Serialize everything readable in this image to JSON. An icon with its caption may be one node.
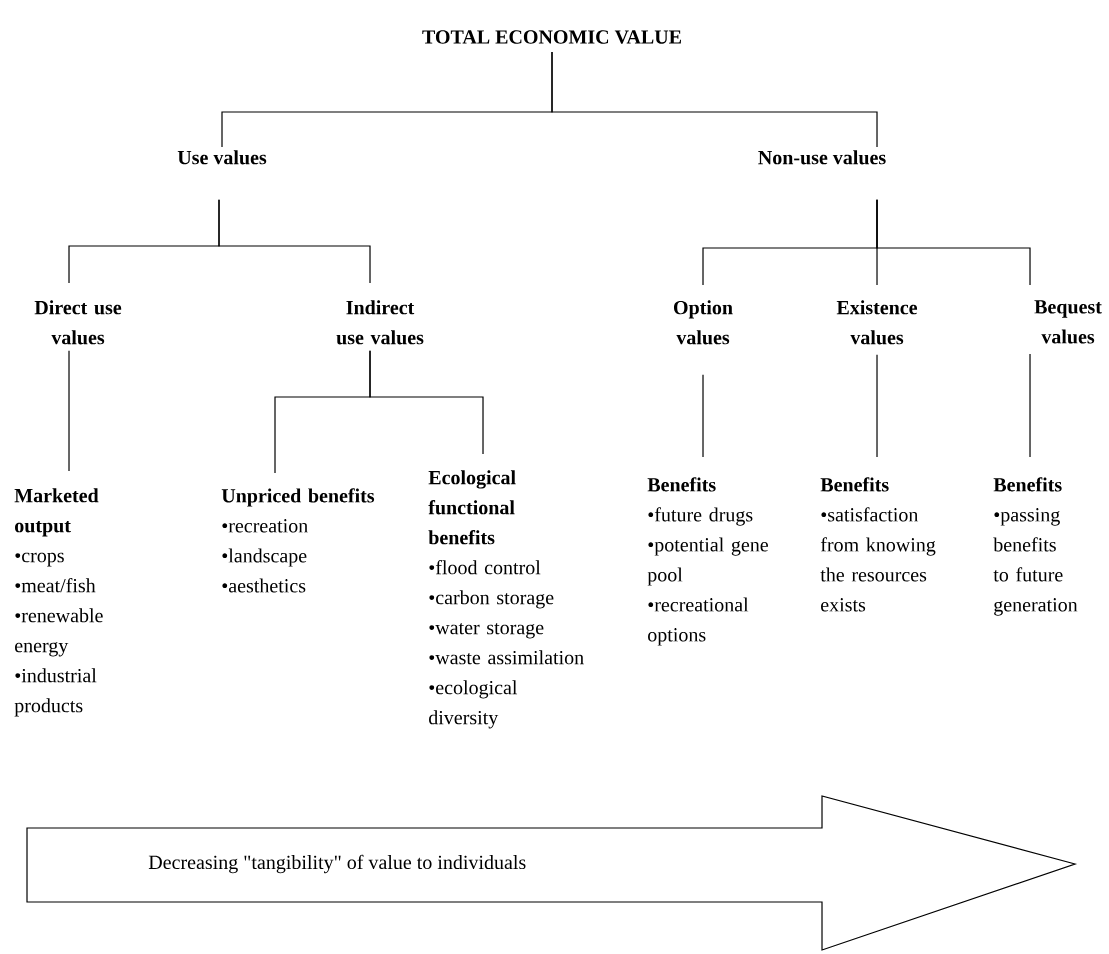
{
  "diagram": {
    "nodes": [
      {
        "text": [
          "TOTAL ECONOMIC VALUE"
        ]
      },
      {
        "text": [
          "Use values"
        ]
      },
      {
        "text": [
          "Non-use values"
        ]
      },
      {
        "text": [
          "Direct use values"
        ]
      },
      {
        "text": [
          "Indirect use values"
        ]
      },
      {
        "text": [
          "Option values"
        ]
      },
      {
        "text": [
          "Existence values"
        ]
      },
      {
        "text": [
          "Bequest values"
        ]
      },
      {
        "text": [
          "Marketed output",
          "•crops",
          "•meat/fish",
          "•renewable energy",
          "•industrial products"
        ]
      },
      {
        "text": [
          "Unpriced benefits",
          "•recreation",
          "•landscape",
          "•aesthetics"
        ]
      },
      {
        "text": [
          "Ecological functional benefits",
          "•flood control",
          "•carbon storage",
          "•water storage",
          "•waste assimilation",
          "•ecological diversity"
        ]
      },
      {
        "text": [
          "Benefits",
          "•future drugs",
          "•potential gene pool",
          "•recreational options"
        ]
      },
      {
        "text": [
          "Benefits",
          "•satisfaction from knowing the resources exists"
        ]
      },
      {
        "text": [
          "Benefits",
          "•passing benefits to future generation"
        ]
      },
      {
        "text": [
          "Decreasing \"tangibility\" of value to individuals"
        ]
      }
    ],
    "edges": [
      {
        "from": 0,
        "to": 1,
        "arrow": "none"
      },
      {
        "from": 0,
        "to": 2,
        "arrow": "none"
      },
      {
        "from": 1,
        "to": 3,
        "arrow": "none"
      },
      {
        "from": 1,
        "to": 4,
        "arrow": "none"
      },
      {
        "from": 2,
        "to": 5,
        "arrow": "none"
      },
      {
        "from": 2,
        "to": 6,
        "arrow": "none"
      },
      {
        "from": 2,
        "to": 7,
        "arrow": "none"
      },
      {
        "from": 3,
        "to": 8,
        "arrow": "none"
      },
      {
        "from": 4,
        "to": 9,
        "arrow": "none"
      },
      {
        "from": 4,
        "to": 10,
        "arrow": "none"
      },
      {
        "from": 5,
        "to": 11,
        "arrow": "none"
      },
      {
        "from": 6,
        "to": 12,
        "arrow": "none"
      },
      {
        "from": 7,
        "to": 13,
        "arrow": "none"
      }
    ]
  }
}
